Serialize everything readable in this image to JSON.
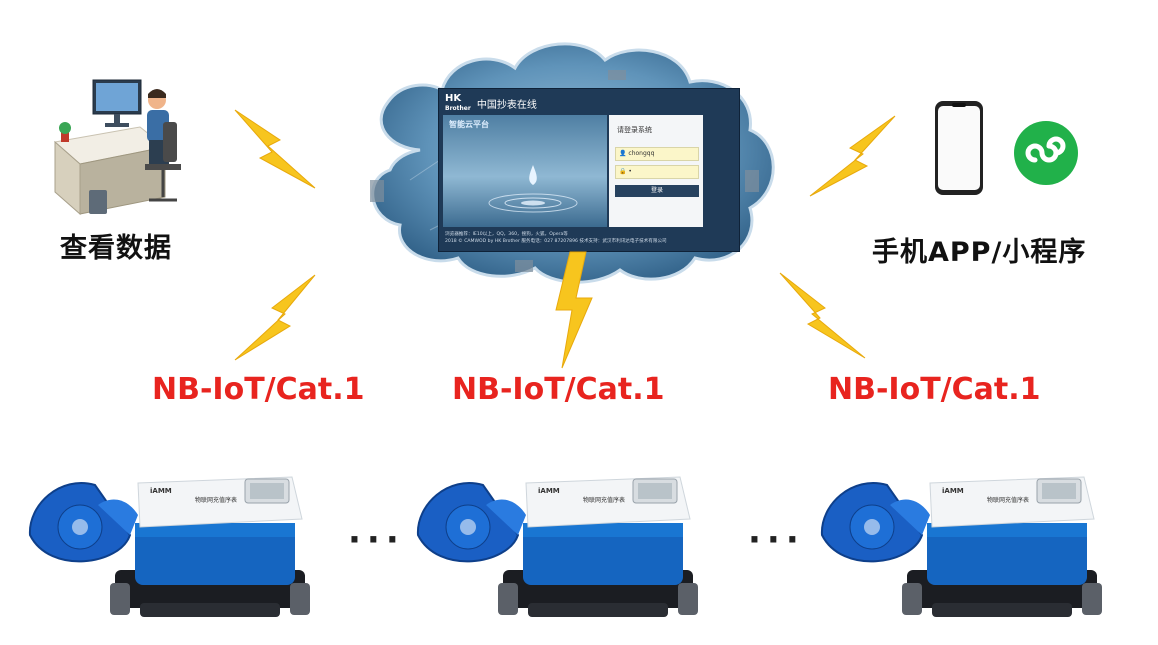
{
  "labels": {
    "view_data": "查看数据",
    "mobile": "手机APP/小程序",
    "proto_left": "NB-IoT/Cat.1",
    "proto_center": "NB-IoT/Cat.1",
    "proto_right": "NB-IoT/Cat.1",
    "ellipsis_left": "···",
    "ellipsis_right": "···"
  },
  "platform": {
    "brand_mark": "HK",
    "brand_sub": "Brother",
    "site_title": "中国抄表在线",
    "panel_title": "智能云平台",
    "login_title": "请登录系统",
    "username_value": "chongqq",
    "password_value": "•",
    "login_button": "登录",
    "footer_line1": "浏览器推荐：IE10以上，QQ，360，搜狗，火狐，Opera等",
    "footer_line2": "2018 © CAMWOD by HK Brother  服务电话：027 87207896  技术支持：武汉市利讯达电子技术有限公司"
  },
  "meter": {
    "brand": "iAMM",
    "model_label": "物联网充值序表"
  },
  "colors": {
    "protocol_red": "#e8241f",
    "lightning_yellow": "#f7c51e",
    "meter_blue": "#1565c0",
    "wechat_green": "#21b14a"
  }
}
